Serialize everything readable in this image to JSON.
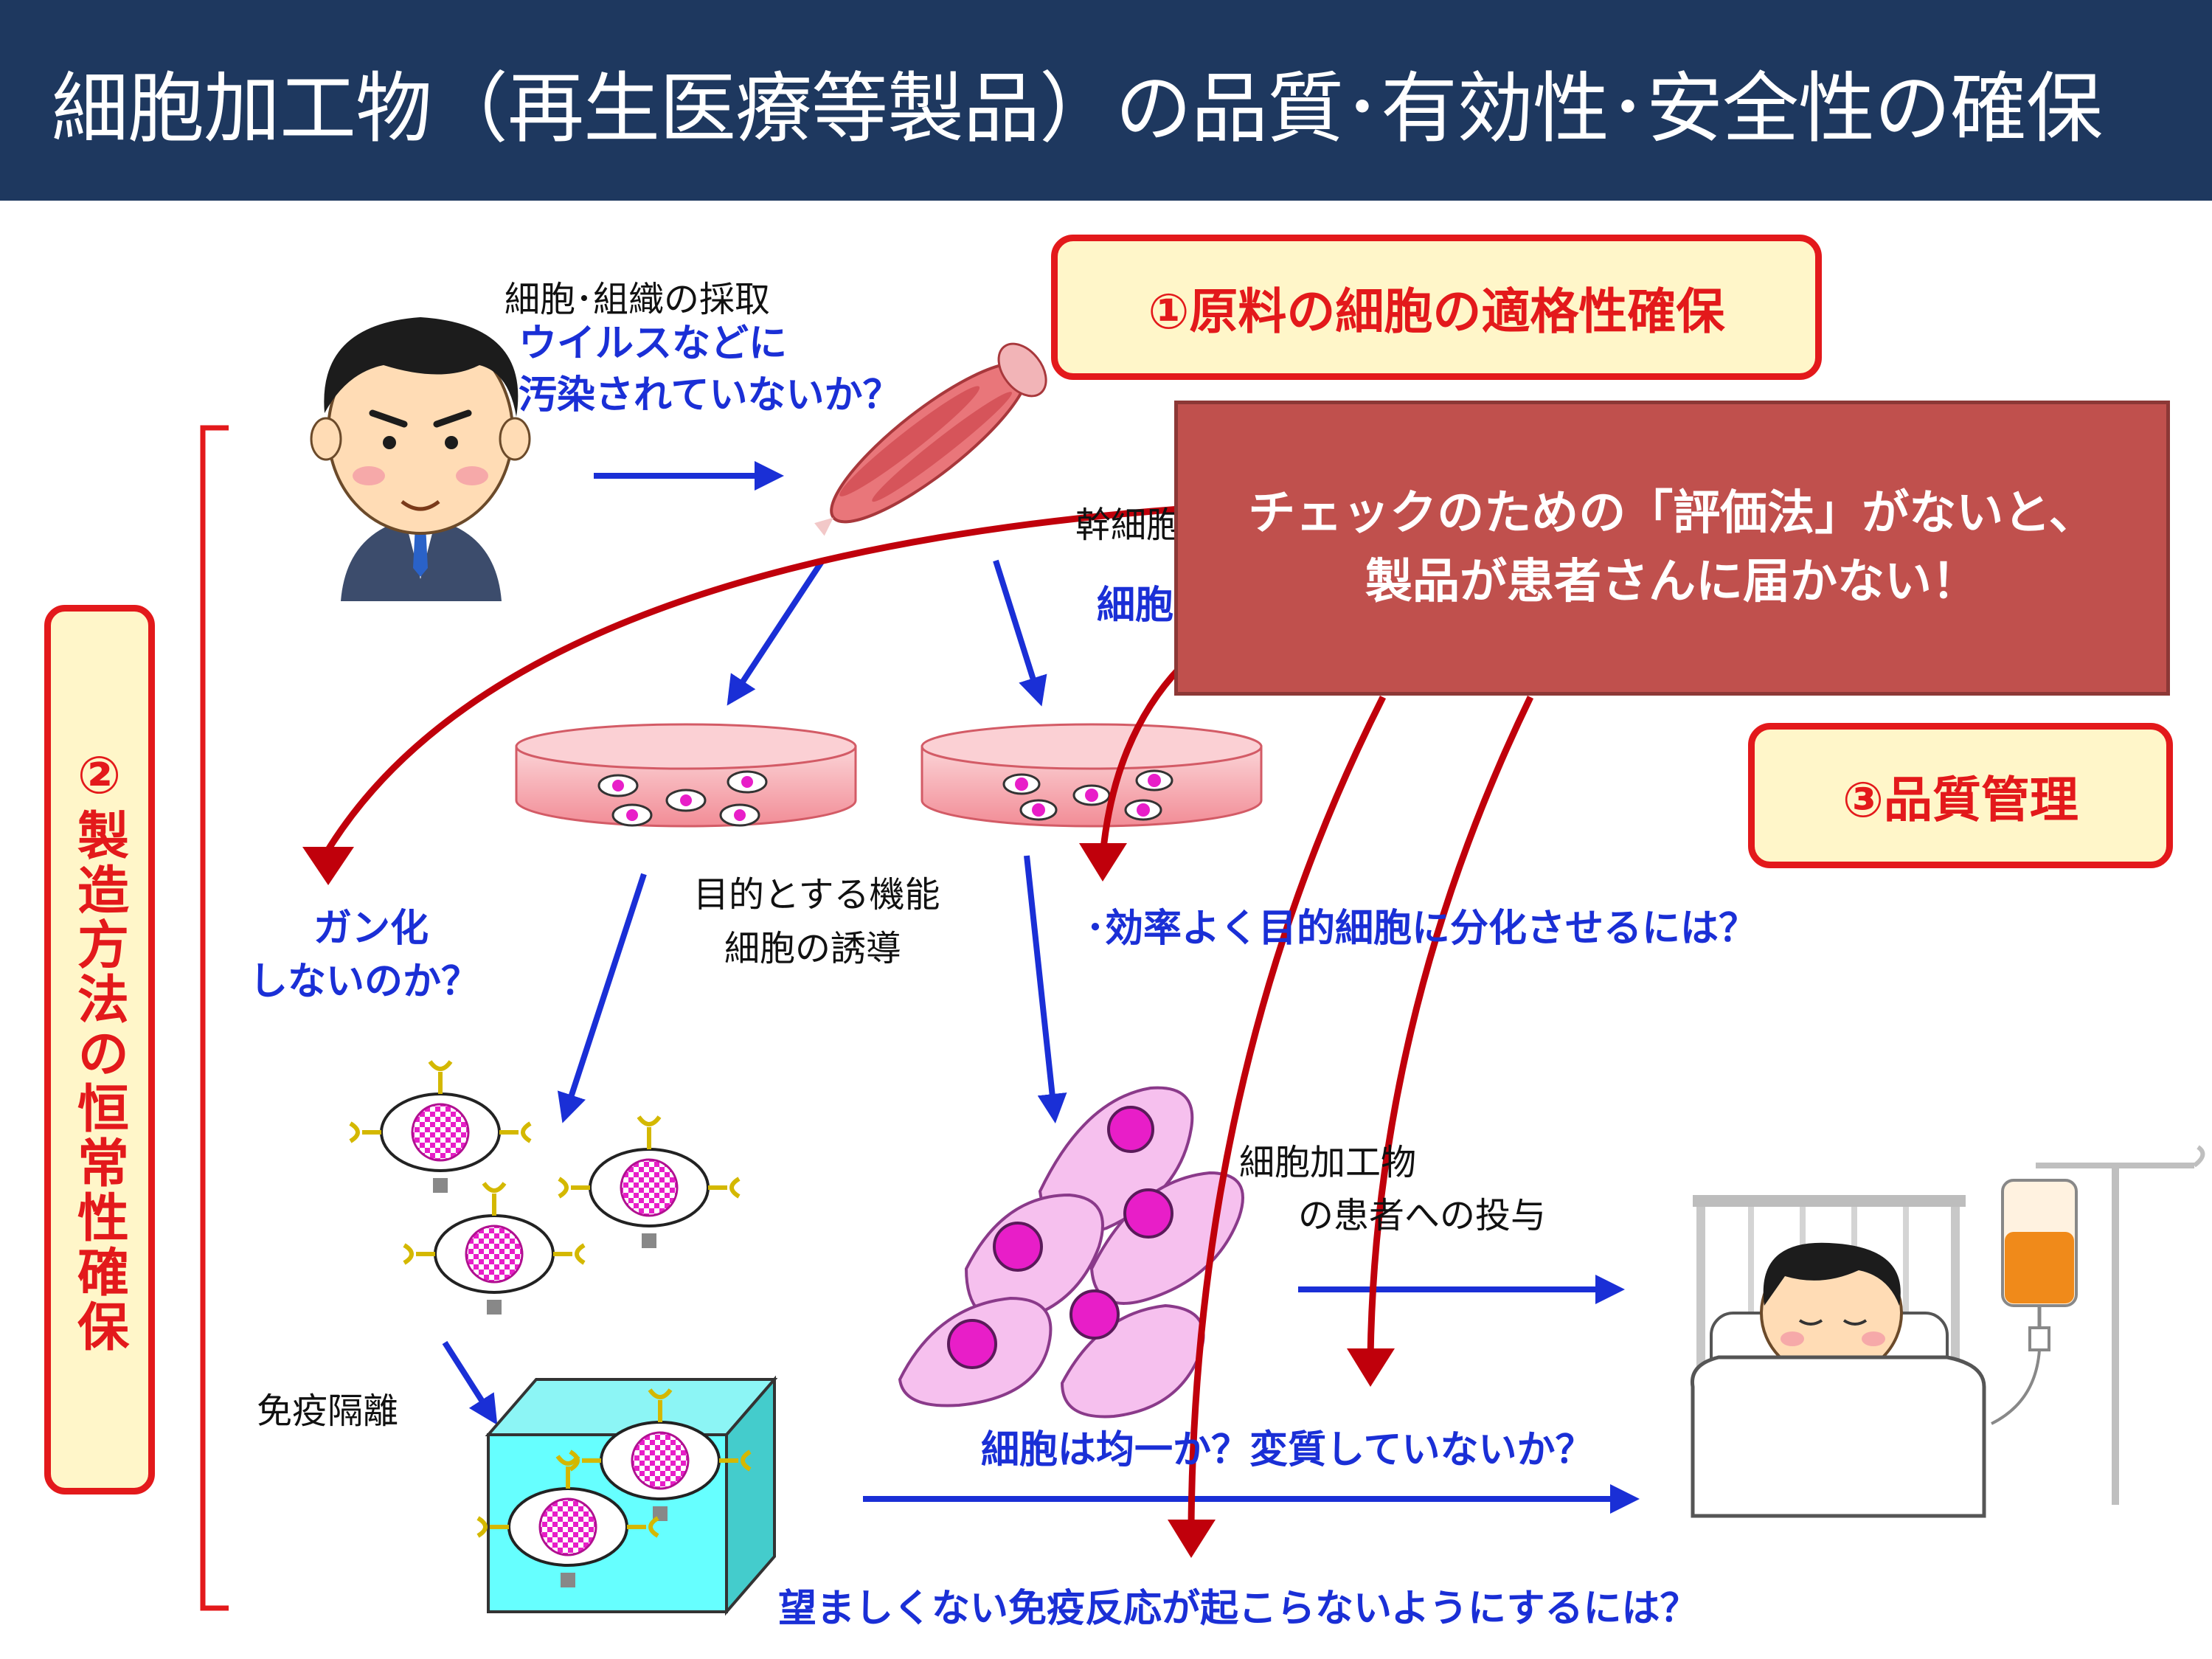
{
  "title": "細胞加工物（再生医療等製品）の品質･有効性･安全性の確保",
  "boxes": {
    "box1": "①原料の細胞の適格性確保",
    "box2": "②製造方法の恒常性確保",
    "box3": "③品質管理"
  },
  "callout": {
    "line1": "チェックのための「評価法」がないと、",
    "line2": "製品が患者さんに届かない！"
  },
  "labels": {
    "collection": "細胞･組織の採取",
    "virus_q1": "ウイルスなどに",
    "virus_q2": "汚染されていないか？",
    "stem_partial": "幹細胞",
    "cell_partial": "細胞",
    "induction1": "目的とする機能",
    "induction2": "細胞の誘導",
    "cancer1": "ガン化",
    "cancer2": "しないのか？",
    "efficiency": "･効率よく目的細胞に分化させるには？",
    "admin1": "細胞加工物",
    "admin2": "の患者への投与",
    "isolation": "免疫隔離",
    "uniform": "細胞は均一か？変質していないか？",
    "immune": "望ましくない免疫反応が起こらないようにするには？"
  },
  "colors": {
    "title_bg": "#1e385f",
    "red": "#e3191b",
    "arrow_red": "#c0000b",
    "blue": "#1a2fd6",
    "box_fill": "#fff6c9",
    "callout": "#c0504d",
    "dish": "#f7b8bd",
    "cell_magenta": "#e81ec8",
    "cube": "#66ffff"
  },
  "icons": [
    "person-icon",
    "muscle-tissue-icon",
    "petri-dish-icon",
    "engineered-cell-icon",
    "elongated-cell-icon",
    "patient-bed-icon",
    "iv-drip-icon"
  ]
}
